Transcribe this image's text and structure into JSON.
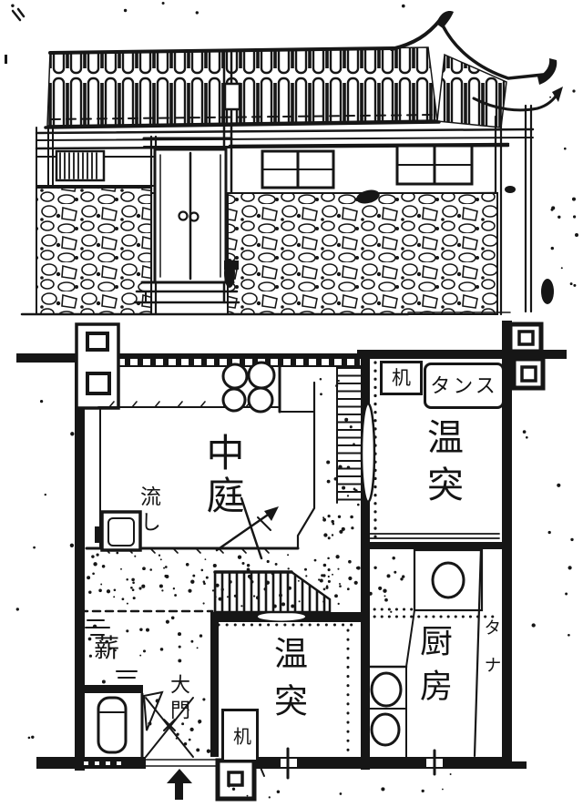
{
  "colors": {
    "ink": "#161616",
    "paper": "#ffffff"
  },
  "plan": {
    "rooms": {
      "courtyard": {
        "label": "中庭"
      },
      "ondol_upper": {
        "label": "温突"
      },
      "ondol_lower": {
        "label": "温突"
      },
      "kitchen": {
        "label": "厨房"
      }
    },
    "fixtures": {
      "sink": {
        "label": "流し"
      },
      "firewood": {
        "label": "薪"
      },
      "main_gate": {
        "label": "大門"
      },
      "desk_upper": {
        "label": "机"
      },
      "desk_lower": {
        "label": "机"
      },
      "tansu": {
        "label": "タンス"
      },
      "shelf": {
        "label": "タナ"
      }
    },
    "icons": {
      "entrance_arrow": "solid-up-arrow",
      "stairs": "ladder-hatching",
      "storage_jars": "circle-cluster"
    }
  }
}
